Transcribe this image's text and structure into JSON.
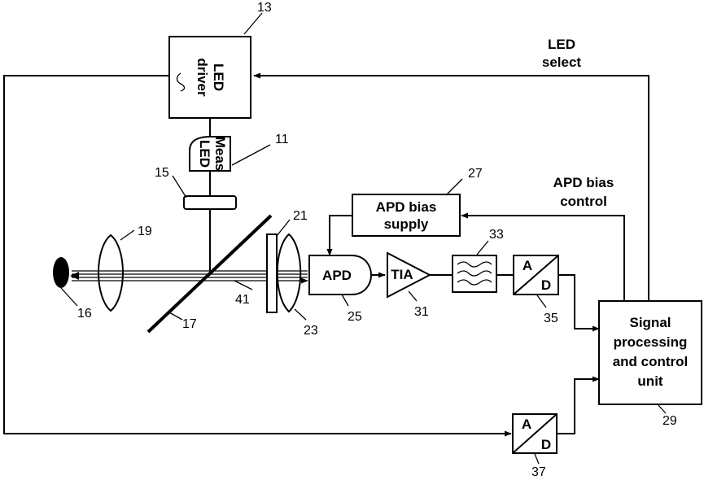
{
  "blocks": {
    "led_driver": {
      "line1": "LED",
      "line2": "driver"
    },
    "meas_led": {
      "line1": "Meas",
      "line2": "LED"
    },
    "apd_bias_supply": {
      "line1": "APD bias",
      "line2": "supply"
    },
    "apd": "APD",
    "tia": "TIA",
    "adc_35": {
      "a": "A",
      "d": "D"
    },
    "adc_37": {
      "a": "A",
      "d": "D"
    },
    "signal_unit": {
      "line1": "Signal",
      "line2": "processing",
      "line3": "and control",
      "line4": "unit"
    }
  },
  "annotations": {
    "led_select": {
      "line1": "LED",
      "line2": "select"
    },
    "apd_bias_control": {
      "line1": "APD bias",
      "line2": "control"
    }
  },
  "refs": {
    "r13": "13",
    "r11": "11",
    "r15": "15",
    "r19": "19",
    "r16": "16",
    "r17": "17",
    "r41": "41",
    "r21": "21",
    "r23": "23",
    "r25": "25",
    "r27": "27",
    "r31": "31",
    "r33": "33",
    "r35": "35",
    "r37": "37",
    "r29": "29"
  }
}
